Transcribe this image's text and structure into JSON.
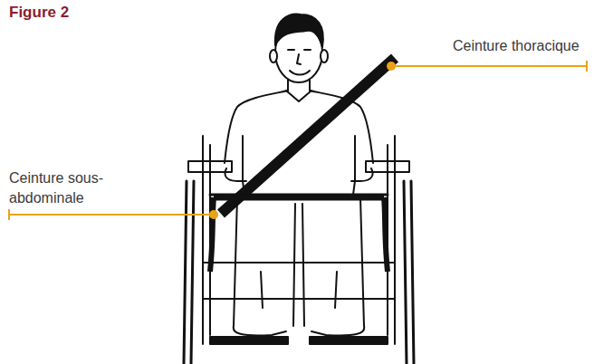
{
  "diagram": {
    "title": "Figure 2",
    "labels": [
      "Ceinture thoracique",
      "Ceinture sous-abdominale"
    ]
  }
}
